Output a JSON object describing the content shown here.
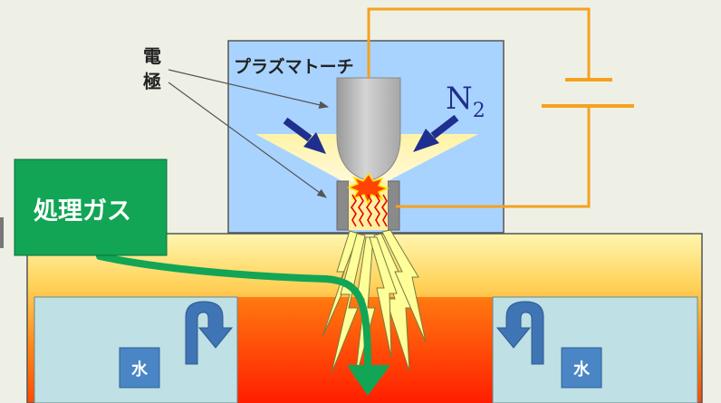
{
  "labels": {
    "electrode_line1": "電",
    "electrode_line2": "極",
    "plasma_torch": "プラズマトーチ",
    "n2_base": "N",
    "n2_sub": "2",
    "process_gas": "処理ガス",
    "water_left": "水",
    "water_right": "水"
  },
  "colors": {
    "chamber_blue": "#a9d3ff",
    "water_blue": "#bfe0e4",
    "hot_red": "#ff2a00",
    "wire_orange": "#f6a11e",
    "gas_green": "#12a555",
    "n2_navy": "#1f2f8f",
    "water_box_blue": "#4a86c5"
  }
}
